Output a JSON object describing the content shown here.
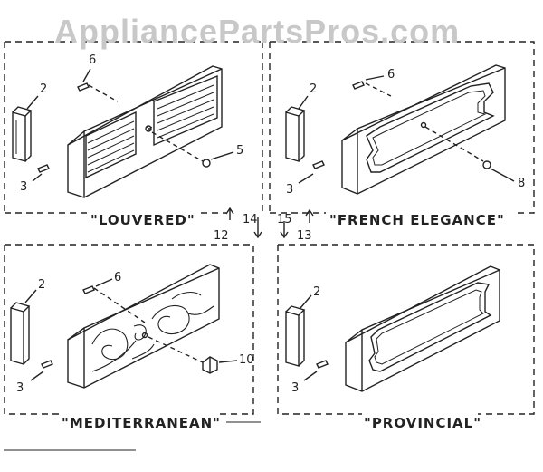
{
  "watermark": "AppliancePartsPros.com",
  "panels": [
    {
      "title": "\"LOUVERED\"",
      "callouts": [
        "6",
        "2",
        "5",
        "3"
      ]
    },
    {
      "title": "\"FRENCH ELEGANCE\"",
      "callouts": [
        "6",
        "2",
        "3",
        "8"
      ]
    },
    {
      "title": "\"MEDITERRANEAN\"",
      "callouts": [
        "6",
        "2",
        "10",
        "3"
      ]
    },
    {
      "title": "\"PROVINCIAL\"",
      "callouts": [
        "2",
        "3"
      ]
    }
  ],
  "center_refs": [
    "14",
    "15",
    "12",
    "13"
  ]
}
